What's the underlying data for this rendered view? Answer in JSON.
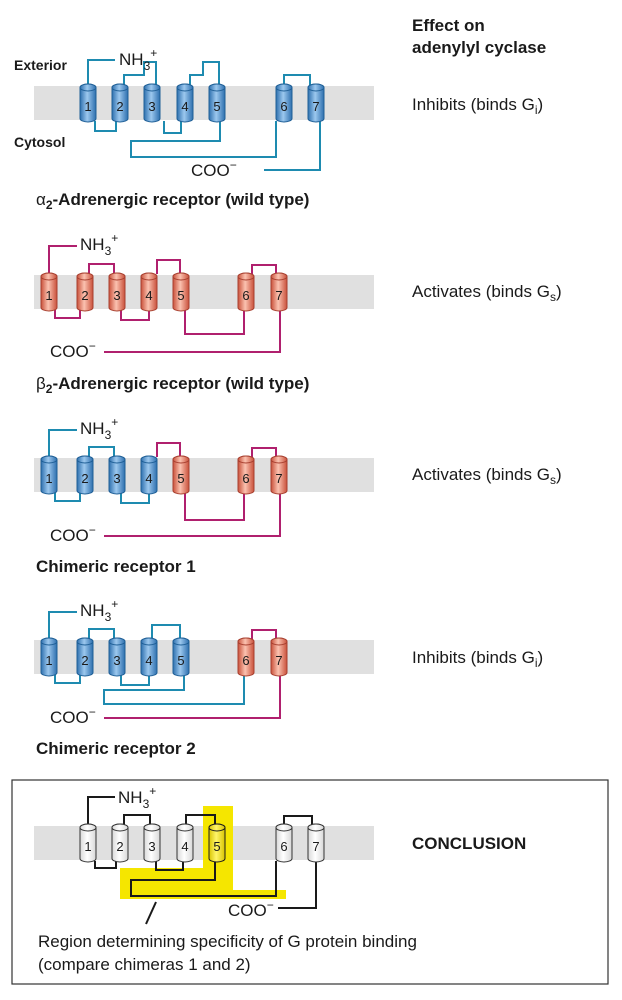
{
  "header": {
    "effect_line1": "Effect on",
    "effect_line2": "adenylyl cyclase"
  },
  "labels": {
    "exterior": "Exterior",
    "cytosol": "Cytosol",
    "nh3": "NH",
    "nh3_sub": "3",
    "nh3_sup": "+",
    "coo": "COO",
    "coo_sup": "−"
  },
  "panels": [
    {
      "title_symbol": "α",
      "title_symbol_sub": "2",
      "title_rest": "-Adrenergic receptor (wild type)",
      "effect": "Inhibits (binds G",
      "effect_sub": "i",
      "effect_end": ")",
      "helices": [
        "1",
        "2",
        "3",
        "4",
        "5",
        "6",
        "7"
      ],
      "helix_types": [
        "alpha",
        "alpha",
        "alpha",
        "alpha",
        "alpha",
        "alpha",
        "alpha"
      ]
    },
    {
      "title_symbol": "β",
      "title_symbol_sub": "2",
      "title_rest": "-Adrenergic receptor (wild type)",
      "effect": "Activates (binds G",
      "effect_sub": "s",
      "effect_end": ")",
      "helices": [
        "1",
        "2",
        "3",
        "4",
        "5",
        "6",
        "7"
      ],
      "helix_types": [
        "beta",
        "beta",
        "beta",
        "beta",
        "beta",
        "beta",
        "beta"
      ]
    },
    {
      "title_symbol": "",
      "title_symbol_sub": "",
      "title_rest": "Chimeric receptor 1",
      "effect": "Activates (binds G",
      "effect_sub": "s",
      "effect_end": ")",
      "helices": [
        "1",
        "2",
        "3",
        "4",
        "5",
        "6",
        "7"
      ],
      "helix_types": [
        "alpha",
        "alpha",
        "alpha",
        "alpha",
        "beta",
        "beta",
        "beta"
      ]
    },
    {
      "title_symbol": "",
      "title_symbol_sub": "",
      "title_rest": "Chimeric receptor 2",
      "effect": "Inhibits (binds G",
      "effect_sub": "i",
      "effect_end": ")",
      "helices": [
        "1",
        "2",
        "3",
        "4",
        "5",
        "6",
        "7"
      ],
      "helix_types": [
        "alpha",
        "alpha",
        "alpha",
        "alpha",
        "alpha",
        "beta",
        "beta"
      ]
    }
  ],
  "conclusion": {
    "label": "CONCLUSION",
    "helices": [
      "1",
      "2",
      "3",
      "4",
      "5",
      "6",
      "7"
    ],
    "caption_line1": "Region determining specificity of G protein binding",
    "caption_line2": "(compare chimeras 1 and 2)"
  },
  "colors": {
    "alpha_fill": "#5b9bd5",
    "alpha_line": "#1e8bb0",
    "beta_fill": "#f08a70",
    "beta_line": "#b0206e",
    "membrane": "#e0e0e0",
    "highlight": "#f5e600",
    "dark": "#1a1a1a"
  }
}
